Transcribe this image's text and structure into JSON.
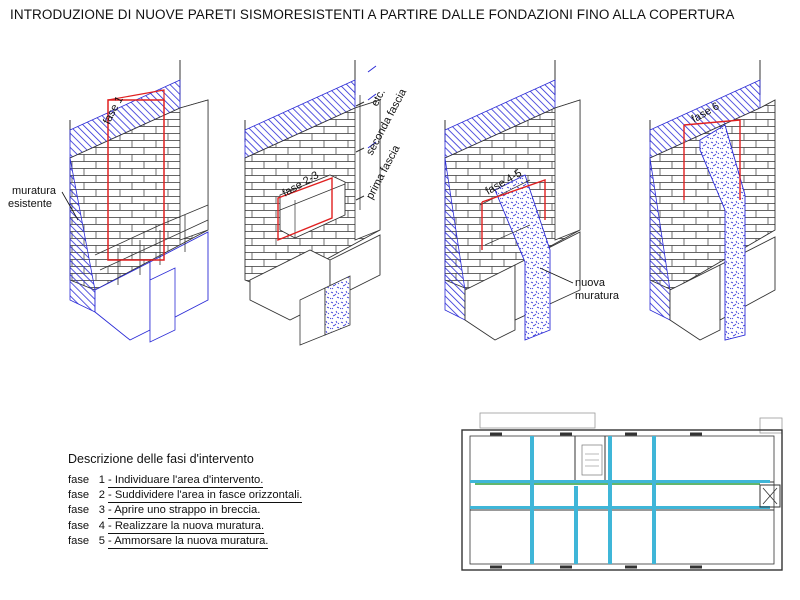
{
  "title": "INTRODUZIONE DI NUOVE PARETI SISMORESISTENTI A PARTIRE DALLE FONDAZIONI FINO ALLA COPERTURA",
  "labels": {
    "fase1": "fase 1",
    "fase23": "fase  2-3",
    "fase45": "fase  4-5",
    "fase6": "fase 6",
    "etc": "etc.",
    "seconda_fascia": "seconda fascia",
    "prima_fascia": "prima fascia",
    "muratura_esistente_1": "muratura",
    "muratura_esistente_2": "esistente",
    "nuova_muratura_1": "nuova",
    "nuova_muratura_2": "muratura"
  },
  "legend": {
    "heading": "Descrizione delle fasi d'intervento",
    "steps": [
      {
        "word": "fase",
        "num": "1",
        "text": "- Individuare l'area d'intervento."
      },
      {
        "word": "fase",
        "num": "2",
        "text": "- Suddividere l'area in fasce orizzontali."
      },
      {
        "word": "fase",
        "num": "3",
        "text": "- Aprire uno strappo in breccia."
      },
      {
        "word": "fase",
        "num": "4",
        "text": "- Realizzare la nuova muratura."
      },
      {
        "word": "fase",
        "num": "5",
        "text": "- Ammorsare la nuova muratura."
      }
    ]
  },
  "colors": {
    "hatch_blue": "#2b2bd6",
    "phase_red": "#e02020",
    "plan_cyan": "#3fb6d8",
    "plan_green": "#2e9e3e"
  }
}
